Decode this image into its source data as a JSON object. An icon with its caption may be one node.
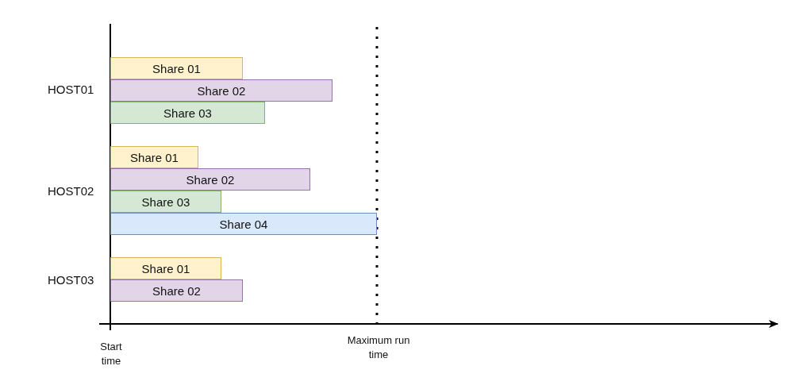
{
  "diagram": {
    "nodes": [
      {
        "text": [
          "Share 01"
        ]
      },
      {
        "text": [
          "Share 02"
        ]
      },
      {
        "text": [
          "Share 03"
        ]
      },
      {
        "text": [
          "Share 01"
        ]
      },
      {
        "text": [
          "Share 02"
        ]
      },
      {
        "text": [
          "Share 03"
        ]
      },
      {
        "text": [
          "Share 04"
        ]
      },
      {
        "text": [
          "Share 01"
        ]
      },
      {
        "text": [
          "Share 02"
        ]
      }
    ],
    "edges": [],
    "labels": [
      "HOST01",
      "HOST02",
      "HOST03",
      "Start time",
      "Maximum run time"
    ]
  }
}
